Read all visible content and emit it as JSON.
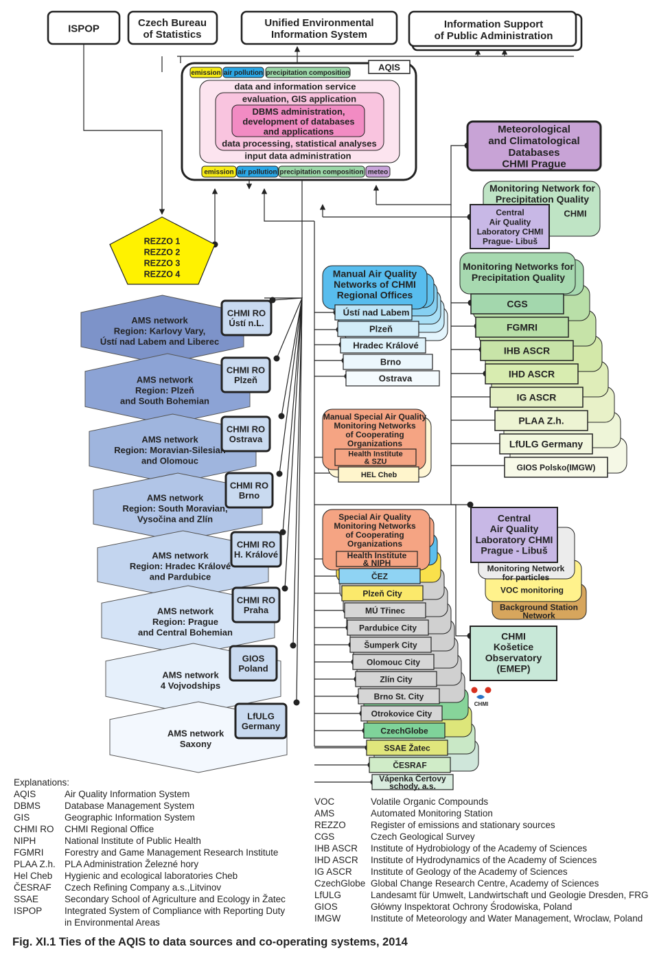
{
  "top_systems": {
    "ispop": "ISPOP",
    "czech_bureau": [
      "Czech Bureau",
      "of Statistics"
    ],
    "unified_env": [
      "Unified Environmental",
      "Information System"
    ],
    "info_support": [
      "Information Support",
      "of Public Administration"
    ]
  },
  "aqis": {
    "label": "AQIS",
    "tags_top": [
      "emission",
      "air pollution",
      "precipitation composition"
    ],
    "services": "data and information service",
    "evaluation": "evaluation, GIS application",
    "dbms": [
      "DBMS administration,",
      "development of databases",
      "and applications"
    ],
    "processing": "data processing, statistical analyses",
    "input": "input data administration",
    "tags_bottom": [
      "emission",
      "air pollution",
      "precipitation composition",
      "meteo"
    ]
  },
  "meteo_db": [
    "Meteorological",
    "and Climatological",
    "Databases",
    "CHMI Prague"
  ],
  "rezzo": [
    "REZZO 1",
    "REZZO 2",
    "REZZO 3",
    "REZZO 4"
  ],
  "ams_networks": [
    {
      "lines": [
        "AMS network",
        "Region:  Karlovy Vary,",
        "Ústí nad Labem and Liberec"
      ],
      "ro": [
        "CHMI RO",
        "Ústí n.L."
      ]
    },
    {
      "lines": [
        "AMS network",
        "Region:   Plzeň",
        "and South Bohemian"
      ],
      "ro": [
        "CHMI RO",
        "Plzeň"
      ]
    },
    {
      "lines": [
        "AMS network",
        "Region:   Moravian-Silesian",
        "and Olomouc"
      ],
      "ro": [
        "CHMI RO",
        "Ostrava"
      ]
    },
    {
      "lines": [
        "AMS network",
        "Region:   South Moravian,",
        "Vysočina and Zlín"
      ],
      "ro": [
        "CHMI RO",
        "Brno"
      ]
    },
    {
      "lines": [
        "AMS network",
        "Region: Hradec Králové",
        "and Pardubice"
      ],
      "ro": [
        "CHMI RO",
        "H. Králové"
      ]
    },
    {
      "lines": [
        "AMS network",
        "Region:   Prague",
        "and Central Bohemian"
      ],
      "ro": [
        "CHMI RO",
        "Praha"
      ]
    },
    {
      "lines": [
        "AMS network",
        "4 Vojvodships"
      ],
      "ro": [
        "GIOS",
        "Poland"
      ]
    },
    {
      "lines": [
        "AMS network",
        "Saxony"
      ],
      "ro": [
        "LfULG",
        "Germany"
      ]
    }
  ],
  "manual_aq": {
    "title": [
      "Manual Air Quality",
      "Networks of CHMI",
      "Regional Offices"
    ],
    "items": [
      "Ústí nad Labem",
      "Plzeň",
      "Hradec Králové",
      "Brno",
      "Ostrava"
    ]
  },
  "manual_special": {
    "title": [
      "Manual Special Air Quality",
      "Monitoring Networks",
      "of Cooperating",
      "Organizations"
    ],
    "items": [
      [
        "Health Institute",
        "& SZU"
      ],
      [
        "HEL Cheb"
      ]
    ]
  },
  "special_aq": {
    "title": [
      "Special Air Quality",
      "Monitoring Networks",
      "of Cooperating",
      "Organizations"
    ],
    "items": [
      [
        "Health Institute",
        "& NIPH"
      ],
      [
        "ČEZ"
      ],
      [
        "Plzeň City"
      ],
      [
        "MÚ Třinec"
      ],
      [
        "Pardubice City"
      ],
      [
        "Šumperk City"
      ],
      [
        "Olomouc City"
      ],
      [
        "Zlín City"
      ],
      [
        "Brno St. City"
      ],
      [
        "Otrokovice City"
      ],
      [
        "CzechGlobe"
      ],
      [
        "SSAE Žatec"
      ],
      [
        "ČESRAF"
      ],
      [
        "Vápenka Čertovy",
        "schody, a.s."
      ]
    ]
  },
  "precip_quality": {
    "title": [
      "Monitoring Network for",
      "Precipitation Quality"
    ],
    "chmi": "CHMI",
    "central_lab": [
      "Central",
      "Air Quality",
      "Laboratory CHMI",
      "Prague-  Libuš"
    ]
  },
  "precip_networks": {
    "title": [
      "Monitoring Networks for",
      "Precipitation Quality"
    ],
    "items": [
      "CGS",
      "FGMRI",
      "IHB ASCR",
      "IHD ASCR",
      "IG ASCR",
      "PLAA Z.h.",
      "LfULG Germany",
      "GIOS Polsko(IMGW)"
    ]
  },
  "central_lab2": {
    "title": [
      "Central",
      "Air Quality",
      "Laboratory CHMI",
      "Prague - Libuš"
    ],
    "items": [
      [
        "Monitoring Network",
        "for  particles"
      ],
      [
        "VOC monitoring"
      ],
      [
        "Background Station",
        "Network"
      ]
    ]
  },
  "kosetice": [
    "CHMI",
    "Košetice",
    "Observatory",
    "(EMEP)"
  ],
  "chmi_logo": "CHMI",
  "legend": {
    "heading": "Explanations:",
    "left": [
      [
        "AQIS",
        "Air Quality Information System"
      ],
      [
        "DBMS",
        "Database Management System"
      ],
      [
        "GIS",
        "Geographic Information System"
      ],
      [
        "CHMI RO",
        "CHMI Regional Office"
      ],
      [
        "NIPH",
        "National Institute of Public Health"
      ],
      [
        "FGMRI",
        "Forestry and Game Management Research Institute"
      ],
      [
        "PLAA Z.h.",
        "PLA Administration Železné hory"
      ],
      [
        "Hel Cheb",
        "Hygienic and ecological laboratories Cheb"
      ],
      [
        "ČESRAF",
        "Czech Refining Company a.s.,Litvinov"
      ],
      [
        "SSAE",
        "Secondary School of Agriculture and Ecology in Žatec"
      ],
      [
        "ISPOP",
        "Integrated System of Compliance with Reporting Duty"
      ]
    ],
    "ispop_cont": "in Environmental Areas",
    "right": [
      [
        "VOC",
        "Volatile Organic Compounds"
      ],
      [
        "AMS",
        "Automated Monitoring Station"
      ],
      [
        "REZZO",
        "Register of emissions and stationary sources"
      ],
      [
        "CGS",
        "Czech Geological Survey"
      ],
      [
        "IHB ASCR",
        "Institute of Hydrobiology of the Academy of Sciences"
      ],
      [
        "IHD ASCR",
        "Institute of Hydrodynamics of the Academy of Sciences"
      ],
      [
        "IG ASCR",
        "Institute of Geology of the Academy of Sciences"
      ],
      [
        "CzechGlobe",
        "Global Change Research Centre, Academy of Sciences"
      ],
      [
        "LfULG",
        "Landesamt für Umwelt, Landwirtschaft und Geologie Dresden, FRG"
      ],
      [
        "GIOS",
        "Główny Inspektorat Ochrony Środowiska, Poland"
      ],
      [
        "IMGW",
        "Institute of Meteorology and Water Management, Wroclaw, Poland"
      ]
    ]
  },
  "caption": "Fig. XI.1  Ties of the AQIS to data sources and co-operating systems, 2014"
}
